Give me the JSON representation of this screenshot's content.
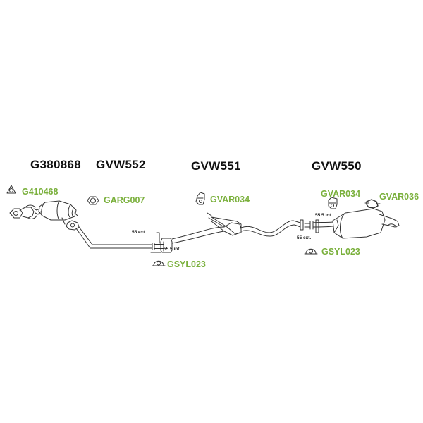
{
  "colors": {
    "part_code": "#7ab03c",
    "section_code": "#111111",
    "line": "#333333"
  },
  "sections": [
    {
      "id": "s1",
      "code": "G380868"
    },
    {
      "id": "s2",
      "code": "GVW552"
    },
    {
      "id": "s3",
      "code": "GVW551"
    },
    {
      "id": "s4",
      "code": "GVW550"
    }
  ],
  "parts": [
    {
      "id": "p1",
      "code": "G410468",
      "icon": "flange-gasket-icon"
    },
    {
      "id": "p2",
      "code": "GARG007",
      "icon": "ring-gasket-icon"
    },
    {
      "id": "p3",
      "code": "GVAR034",
      "icon": "rubber-hanger-icon"
    },
    {
      "id": "p4",
      "code": "GSYL023",
      "icon": "clamp-icon"
    },
    {
      "id": "p5",
      "code": "GVAR034",
      "icon": "rubber-hanger-icon"
    },
    {
      "id": "p6",
      "code": "GVAR036",
      "icon": "hanger-bracket-icon"
    },
    {
      "id": "p7",
      "code": "GSYL023",
      "icon": "clamp-icon"
    }
  ],
  "pipe_notes": [
    {
      "id": "n1",
      "text": "55 ext."
    },
    {
      "id": "n2",
      "text": "55.5 int."
    },
    {
      "id": "n3",
      "text": "55.5 int."
    },
    {
      "id": "n4",
      "text": "55 ext."
    }
  ]
}
